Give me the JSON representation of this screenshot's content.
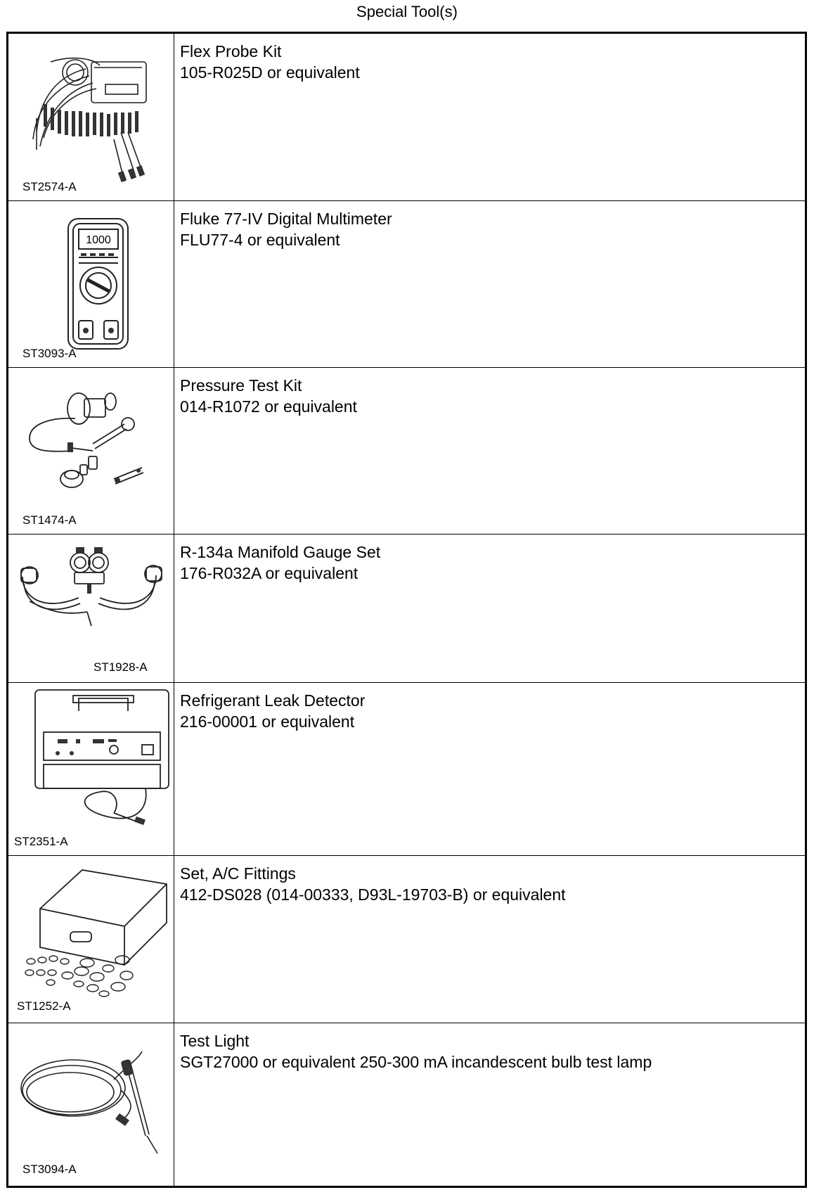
{
  "header": {
    "title": "Special Tool(s)"
  },
  "tools": [
    {
      "code": "ST2574-A",
      "icon": "flex-probe-kit-icon",
      "name": "Flex Probe Kit",
      "part": "105-R025D or equivalent"
    },
    {
      "code": "ST3093-A",
      "icon": "digital-multimeter-icon",
      "name": "Fluke 77-IV Digital Multimeter",
      "part": "FLU77-4 or equivalent",
      "display": "1000"
    },
    {
      "code": "ST1474-A",
      "icon": "pressure-test-kit-icon",
      "name": "Pressure Test Kit",
      "part": "014-R1072 or equivalent"
    },
    {
      "code": "ST1928-A",
      "icon": "manifold-gauge-set-icon",
      "name": "R-134a Manifold Gauge Set",
      "part": "176-R032A or equivalent"
    },
    {
      "code": "ST2351-A",
      "icon": "leak-detector-icon",
      "name": "Refrigerant Leak Detector",
      "part": "216-00001 or equivalent"
    },
    {
      "code": "ST1252-A",
      "icon": "ac-fittings-case-icon",
      "name": "Set, A/C Fittings",
      "part": "412-DS028 (014-00333, D93L-19703-B) or equivalent"
    },
    {
      "code": "ST3094-A",
      "icon": "test-light-icon",
      "name": "Test Light",
      "part": "SGT27000 or equivalent 250-300 mA incandescent bulb test lamp"
    }
  ]
}
